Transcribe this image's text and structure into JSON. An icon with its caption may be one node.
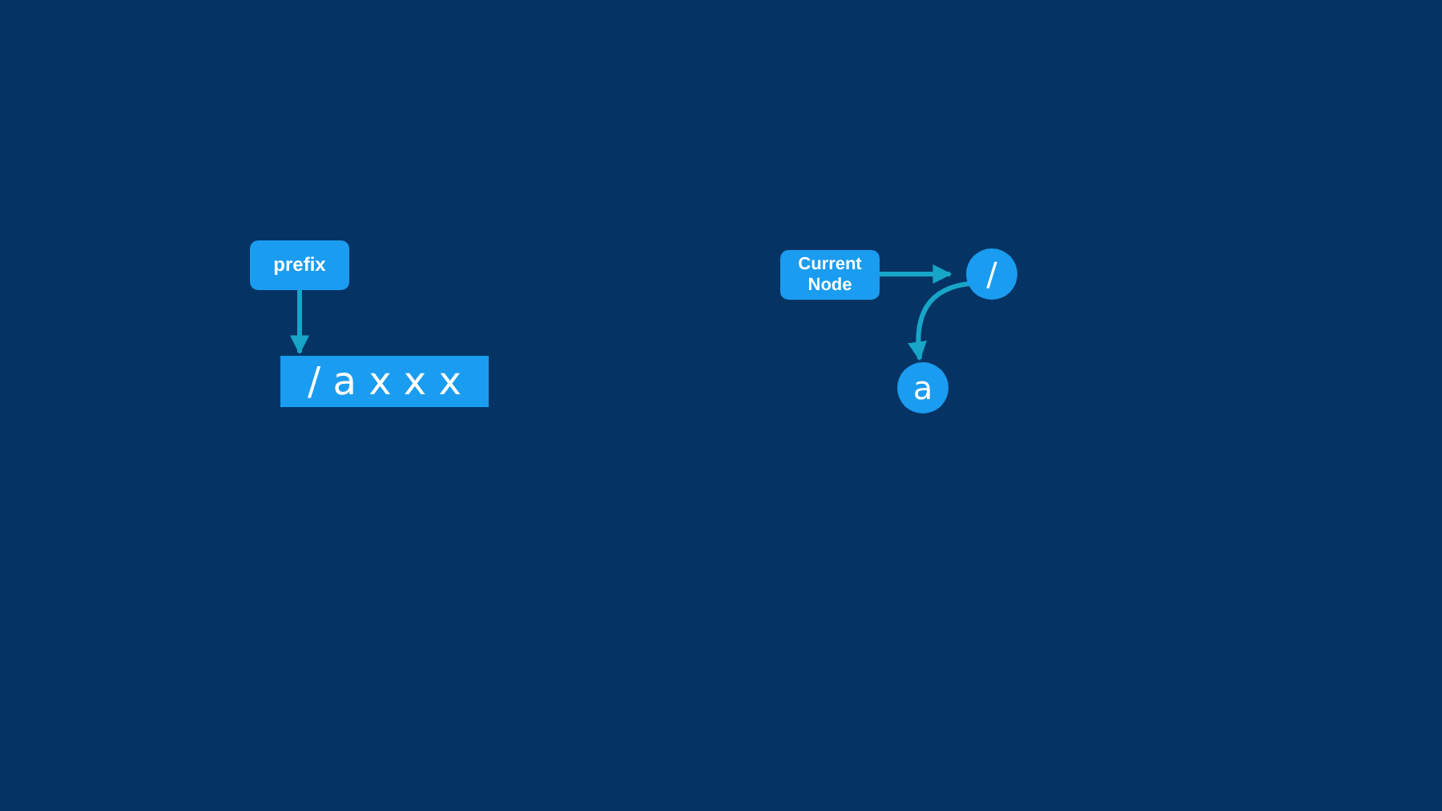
{
  "diagram": {
    "nodes": [
      {
        "text": [
          "prefix"
        ]
      },
      {
        "text": [
          "/ a x x x"
        ]
      },
      {
        "text": [
          "Current Node"
        ]
      },
      {
        "text": [
          "/"
        ]
      },
      {
        "text": [
          "a"
        ]
      }
    ],
    "edges": [
      {
        "from": 0,
        "to": 1,
        "arrow": "to"
      },
      {
        "from": 2,
        "to": 3,
        "arrow": "to"
      },
      {
        "from": 3,
        "to": 4,
        "arrow": "to"
      }
    ]
  }
}
